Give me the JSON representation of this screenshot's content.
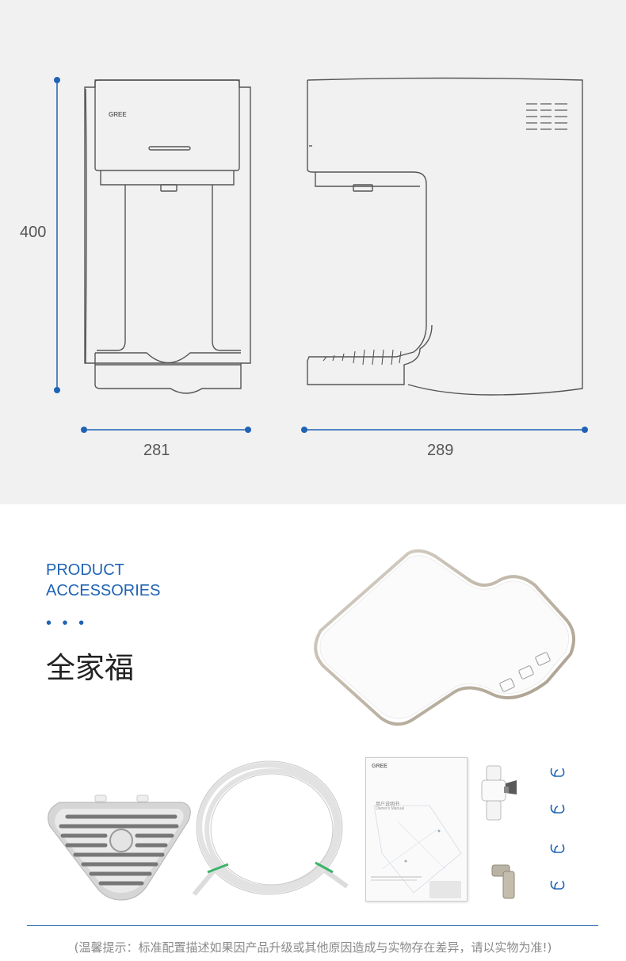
{
  "dimensions": {
    "height": "400",
    "width_front": "281",
    "width_side": "289"
  },
  "front_view": {
    "logo": "GREE"
  },
  "accessories": {
    "heading_line1": "PRODUCT",
    "heading_line2": "ACCESSORIES",
    "dots": "• • •",
    "title_cn": "全家福"
  },
  "manual": {
    "logo": "GREE",
    "title_cn": "用户说明书",
    "title_en": "Owner's Manual"
  },
  "footer_note": "(温馨提示：标准配置描述如果因产品升级或其他原因造成与实物存在差异，请以实物为准!)",
  "colors": {
    "accent": "#1f63b4",
    "top_bg": "#f1f1f2",
    "outline": "#555555"
  }
}
